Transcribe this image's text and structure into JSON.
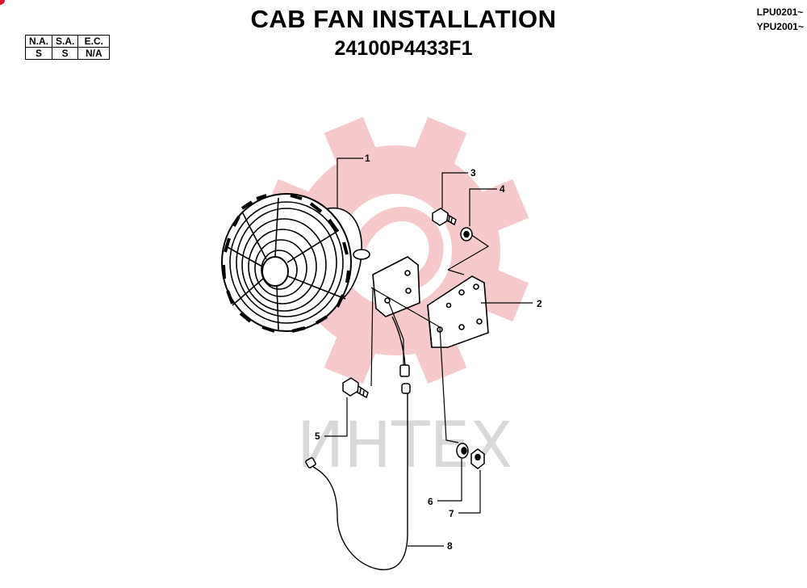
{
  "header": {
    "title": "CAB FAN INSTALLATION",
    "part_number": "24100P4433F1",
    "serials": [
      "LPU0201~",
      "YPU2001~"
    ]
  },
  "code_table": {
    "headers": [
      "N.A.",
      "S.A.",
      "E.C."
    ],
    "values": [
      "S",
      "S",
      "N/A"
    ]
  },
  "watermark": {
    "text": "ИНТЕХ",
    "gear_color": "#f6c9cc",
    "text_color": "#d9d9d9"
  },
  "callouts": [
    "1",
    "2",
    "3",
    "4",
    "5",
    "6",
    "7",
    "8"
  ]
}
